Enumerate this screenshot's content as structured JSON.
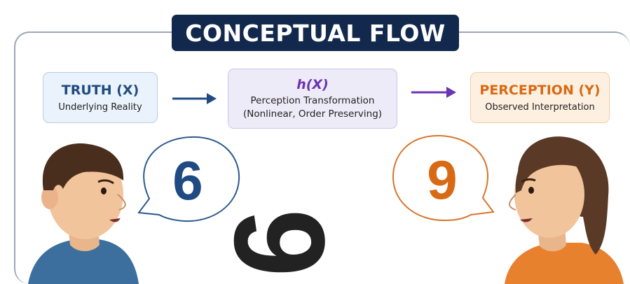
{
  "title": "CONCEPTUAL FLOW",
  "truth": {
    "title": "TRUTH (X)",
    "subtitle": "Underlying Reality"
  },
  "transform": {
    "title": "h(X)",
    "line1": "Perception Transformation",
    "line2": "(Nonlinear, Order Preserving)"
  },
  "perception": {
    "title": "PERCEPTION (Y)",
    "subtitle": "Observed Interpretation"
  },
  "left_bubble": {
    "number": "6",
    "color": "#1f4a82"
  },
  "right_bubble": {
    "number": "9",
    "color": "#d86a15"
  },
  "center_digit": {
    "number": "6",
    "color": "#222222"
  },
  "colors": {
    "banner": "#12294d",
    "arrow_left": "#1f4a82",
    "arrow_right": "#6a34b3",
    "man_shirt": "#3d6f9e",
    "woman_shirt": "#e8812e",
    "skin": "#f2c49b",
    "man_hair": "#4a2e1d",
    "woman_hair": "#5a3a26"
  }
}
